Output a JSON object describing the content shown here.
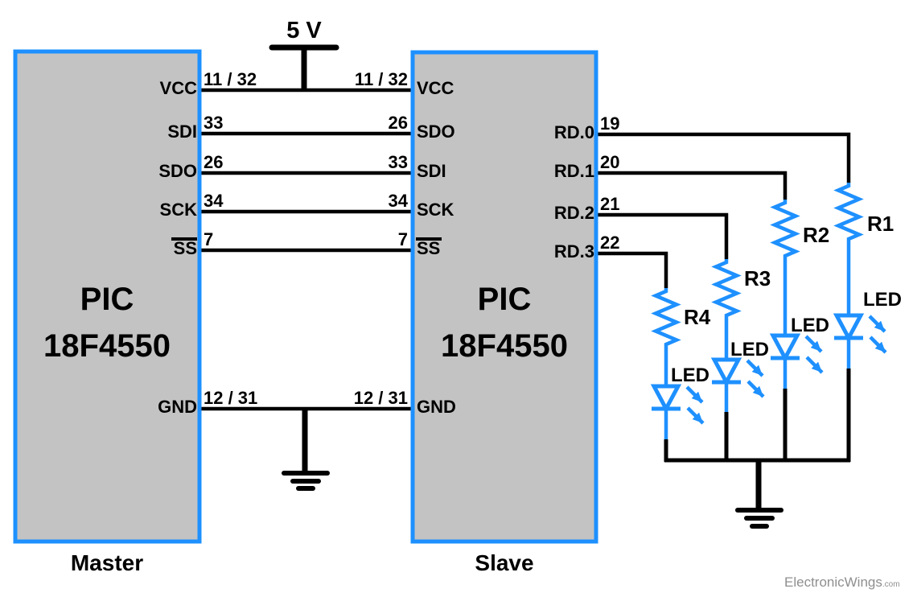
{
  "colors": {
    "component_blue": "#1E90FF",
    "chip_fill": "#C3C3C3",
    "chip_border": "#1E90FF",
    "wire_black": "#000000",
    "label_black": "#000000",
    "watermark_gray": "#8F8F8F",
    "background": "#FFFFFF"
  },
  "supply": {
    "label": "5 V"
  },
  "master": {
    "name_line1": "PIC",
    "name_line2": "18F4550",
    "caption": "Master",
    "pins": [
      {
        "label": "VCC",
        "number": "11 / 32"
      },
      {
        "label": "SDI",
        "number": "33"
      },
      {
        "label": "SDO",
        "number": "26"
      },
      {
        "label": "SCK",
        "number": "34"
      },
      {
        "label": "SS",
        "number": "7",
        "overline": true
      },
      {
        "label": "GND",
        "number": "12 / 31"
      }
    ]
  },
  "slave": {
    "name_line1": "PIC",
    "name_line2": "18F4550",
    "caption": "Slave",
    "left_pins": [
      {
        "label": "VCC",
        "number": "11 / 32"
      },
      {
        "label": "SDO",
        "number": "26"
      },
      {
        "label": "SDI",
        "number": "33"
      },
      {
        "label": "SCK",
        "number": "34"
      },
      {
        "label": "SS",
        "number": "7",
        "overline": true
      },
      {
        "label": "GND",
        "number": "12 / 31"
      }
    ],
    "right_pins": [
      {
        "label": "RD.0",
        "number": "19"
      },
      {
        "label": "RD.1",
        "number": "20"
      },
      {
        "label": "RD.2",
        "number": "21"
      },
      {
        "label": "RD.3",
        "number": "22"
      }
    ]
  },
  "resistors": [
    {
      "label": "R1"
    },
    {
      "label": "R2"
    },
    {
      "label": "R3"
    },
    {
      "label": "R4"
    }
  ],
  "leds": [
    {
      "label": "LED"
    },
    {
      "label": "LED"
    },
    {
      "label": "LED"
    },
    {
      "label": "LED"
    }
  ],
  "watermark": {
    "brand": "ElectronicWings",
    "suffix": ".com"
  }
}
